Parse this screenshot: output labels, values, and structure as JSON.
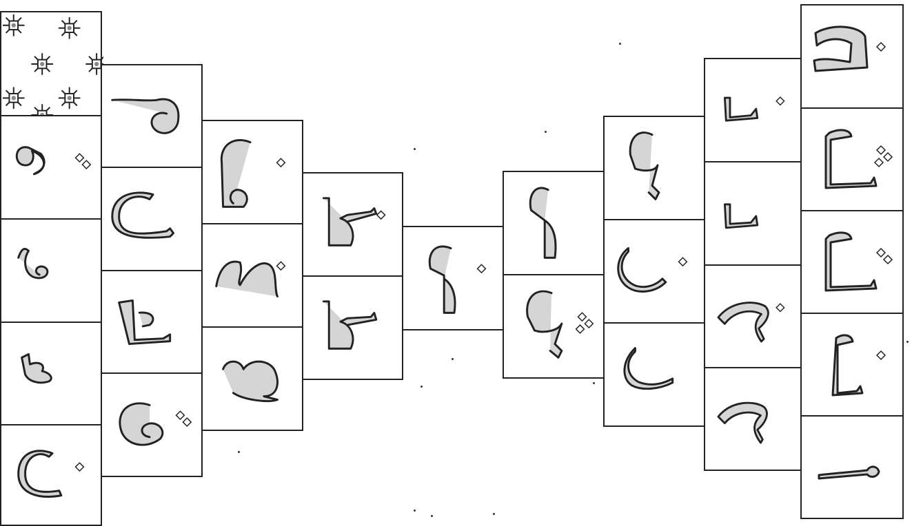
{
  "sheet": {
    "background": "#ffffff",
    "ink": "#222222",
    "stipple": "#888888"
  },
  "columns": [
    {
      "name": "col-1",
      "tiles": [
        {
          "glyph": "snowflake-pattern"
        },
        {
          "glyph": "letter-ya-medial-with-dots",
          "dots": 2
        },
        {
          "glyph": "letter-ya-final"
        },
        {
          "glyph": "letter-ha-medial"
        },
        {
          "glyph": "letter-ta-isolated-with-dot",
          "dots": 1
        }
      ]
    },
    {
      "name": "col-2",
      "tiles": [
        {
          "glyph": "letter-ha-final-loop"
        },
        {
          "glyph": "letter-kaf-initial"
        },
        {
          "glyph": "letter-kaf-medial"
        },
        {
          "glyph": "letter-qaf-with-dots",
          "dots": 2
        }
      ]
    },
    {
      "name": "col-3",
      "tiles": [
        {
          "glyph": "letter-lam-mim-with-dot",
          "dots": 1
        },
        {
          "glyph": "letter-sin-with-dot",
          "dots": 1
        },
        {
          "glyph": "letter-sin-final"
        }
      ]
    },
    {
      "name": "col-4",
      "tiles": [
        {
          "glyph": "letter-ta-initial-with-dot",
          "dots": 1
        },
        {
          "glyph": "letter-ta-medial"
        }
      ]
    },
    {
      "name": "col-5",
      "tiles": [
        {
          "glyph": "letter-lam-ta-with-dot",
          "dots": 1
        }
      ]
    },
    {
      "name": "col-6",
      "tiles": [
        {
          "glyph": "letter-lam-ta"
        },
        {
          "glyph": "letter-lam-jim-with-dots",
          "dots": 3
        }
      ]
    },
    {
      "name": "col-7",
      "tiles": [
        {
          "glyph": "letter-lam-jim"
        },
        {
          "glyph": "letter-nun-with-dot",
          "dots": 1
        },
        {
          "glyph": "letter-nun-final"
        }
      ]
    },
    {
      "name": "col-8",
      "tiles": [
        {
          "glyph": "letter-ra-with-dot",
          "dots": 1
        },
        {
          "glyph": "letter-ra"
        },
        {
          "glyph": "letter-ha-jim-with-dot",
          "dots": 1
        },
        {
          "glyph": "letter-ha-jim"
        }
      ]
    },
    {
      "name": "col-9",
      "tiles": [
        {
          "glyph": "letter-jim-with-dot",
          "dots": 1
        },
        {
          "glyph": "letter-kaf-with-dots",
          "dots": 3
        },
        {
          "glyph": "letter-kaf-with-dots-2",
          "dots": 2
        },
        {
          "glyph": "letter-lam-with-dot",
          "dots": 1
        },
        {
          "glyph": "letter-alif-kashida"
        }
      ]
    }
  ]
}
